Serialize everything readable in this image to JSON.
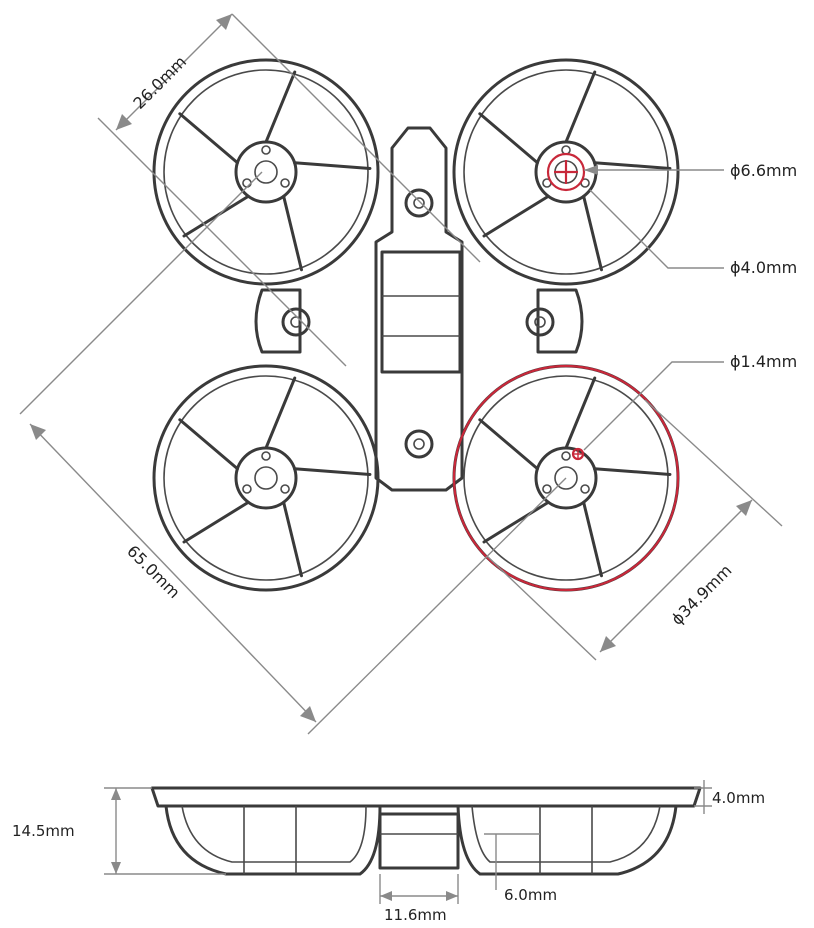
{
  "dimensions": {
    "duct_offset": "26.0mm",
    "diagonal_wheelbase": "65.0mm",
    "duct_diameter": "ϕ34.9mm",
    "motor_center_hole": "ϕ6.6mm",
    "motor_mount_hole": "ϕ4.0mm",
    "small_hole": "ϕ1.4mm",
    "height": "14.5mm",
    "top_offset": "4.0mm",
    "inner_offset": "6.0mm",
    "mount_width": "11.6mm"
  },
  "colors": {
    "outline": "#3a3a3a",
    "dimension_line": "#8a8a8a",
    "highlight": "#c8283a"
  }
}
